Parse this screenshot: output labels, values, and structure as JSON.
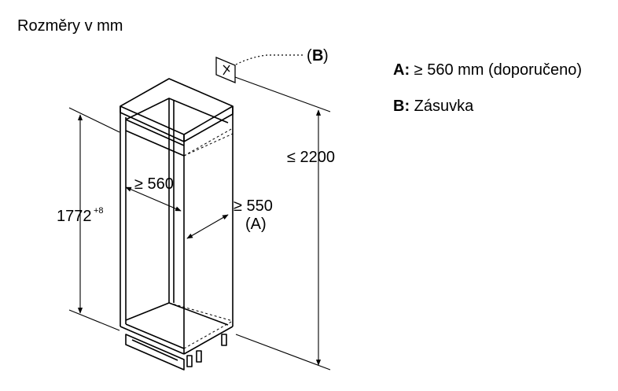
{
  "title": "Rozměry v mm",
  "legend": [
    {
      "key": "A:",
      "text": "≥ 560 mm (doporučeno)"
    },
    {
      "key": "B:",
      "text": "Zásuvka"
    }
  ],
  "labels": {
    "height_total": "≤ 2200",
    "niche_height": "1772",
    "niche_height_tol": "+8",
    "niche_width": "≥ 560",
    "niche_depth": "≥ 550",
    "depth_marker": "(A)",
    "socket_marker_open": "(",
    "socket_marker_key": "B",
    "socket_marker_close": ")"
  }
}
